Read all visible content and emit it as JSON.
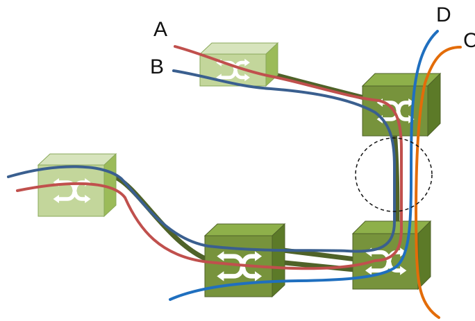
{
  "labels": {
    "a": "A",
    "b": "B",
    "c": "C",
    "d": "D"
  },
  "colors": {
    "path_a": "#c0504d",
    "path_b": "#3a5f8f",
    "path_c": "#e36c09",
    "path_d": "#1f6fbf",
    "link": "#4f6228",
    "switch_light_front": "#c3d69b",
    "switch_light_top": "#d7e4bd",
    "switch_light_side": "#9bbb59",
    "switch_dark_front": "#77933c",
    "switch_dark_top": "#8eb04a",
    "switch_dark_side": "#5c7a28",
    "highlight_circle": "#111111"
  },
  "icons": {
    "switch": "network-switch-icon",
    "highlight": "dashed-circle"
  }
}
